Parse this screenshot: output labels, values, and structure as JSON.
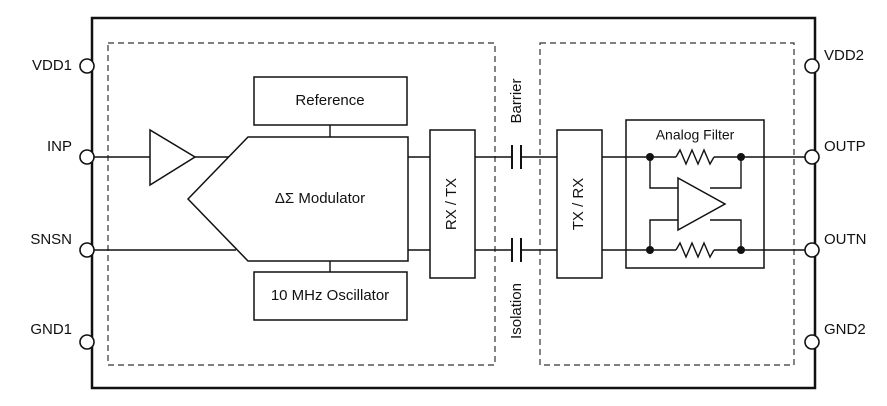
{
  "pins": {
    "vdd1": "VDD1",
    "inp": "INP",
    "snsn": "SNSN",
    "gnd1": "GND1",
    "vdd2": "VDD2",
    "outp": "OUTP",
    "outn": "OUTN",
    "gnd2": "GND2"
  },
  "blocks": {
    "reference": "Reference",
    "modulator": "ΔΣ Modulator",
    "oscillator": "10 MHz Oscillator",
    "rx_tx": "RX / TX",
    "tx_rx": "TX / RX",
    "analog_filter": "Analog Filter"
  },
  "barrier": {
    "top": "Barrier",
    "bottom": "Isolation"
  }
}
